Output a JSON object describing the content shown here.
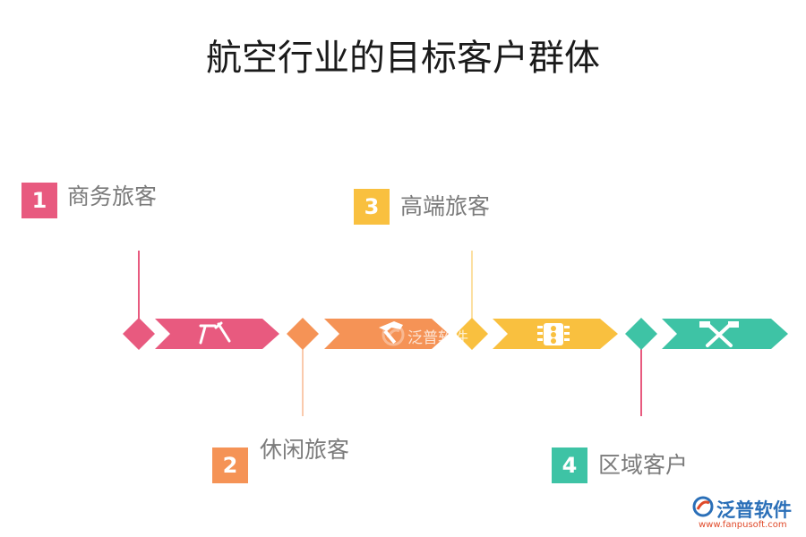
{
  "title": "航空行业的目标客户群体",
  "items": [
    {
      "number": "1",
      "label": "商务旅客",
      "color": "#e85a7f",
      "icon": "tools-icon"
    },
    {
      "number": "2",
      "label": "休闲旅客",
      "color": "#f59356",
      "icon": "hammer-icon"
    },
    {
      "number": "3",
      "label": "高端旅客",
      "color": "#f9c03f",
      "icon": "traffic-light-icon"
    },
    {
      "number": "4",
      "label": "区域客户",
      "color": "#3ec3a5",
      "icon": "crossed-hammers-icon"
    }
  ],
  "watermark": {
    "text": "泛普软件"
  },
  "logo": {
    "text": "泛普软件",
    "url": "www.fanpusoft.com"
  }
}
